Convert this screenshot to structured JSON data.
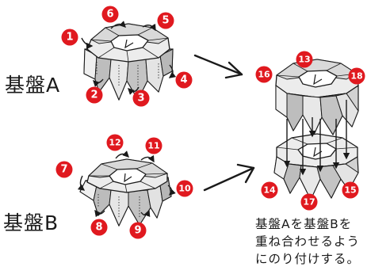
{
  "labels": {
    "board_a": "基盤A",
    "board_b": "基盤B"
  },
  "caption": {
    "line1": "基盤Aを基盤Bを",
    "line2": "重ね合わせるよう",
    "line3": "にのり付けする。"
  },
  "steps": {
    "s1": "1",
    "s2": "2",
    "s3": "3",
    "s4": "4",
    "s5": "5",
    "s6": "6",
    "s7": "7",
    "s8": "8",
    "s9": "9",
    "s10": "10",
    "s11": "11",
    "s12": "12",
    "s13": "13",
    "s14": "14",
    "s15": "15",
    "s16": "16",
    "s17": "17",
    "s18": "18"
  },
  "colors": {
    "step_badge": "#e0191f",
    "line": "#1a1a1a",
    "paper_light": "#f0f0f0",
    "paper_mid": "#cfcfcf",
    "paper_dark": "#a8a8a8"
  },
  "icons": [
    "curved-arrow-icon",
    "right-arrow-icon",
    "down-arrow-icon"
  ]
}
